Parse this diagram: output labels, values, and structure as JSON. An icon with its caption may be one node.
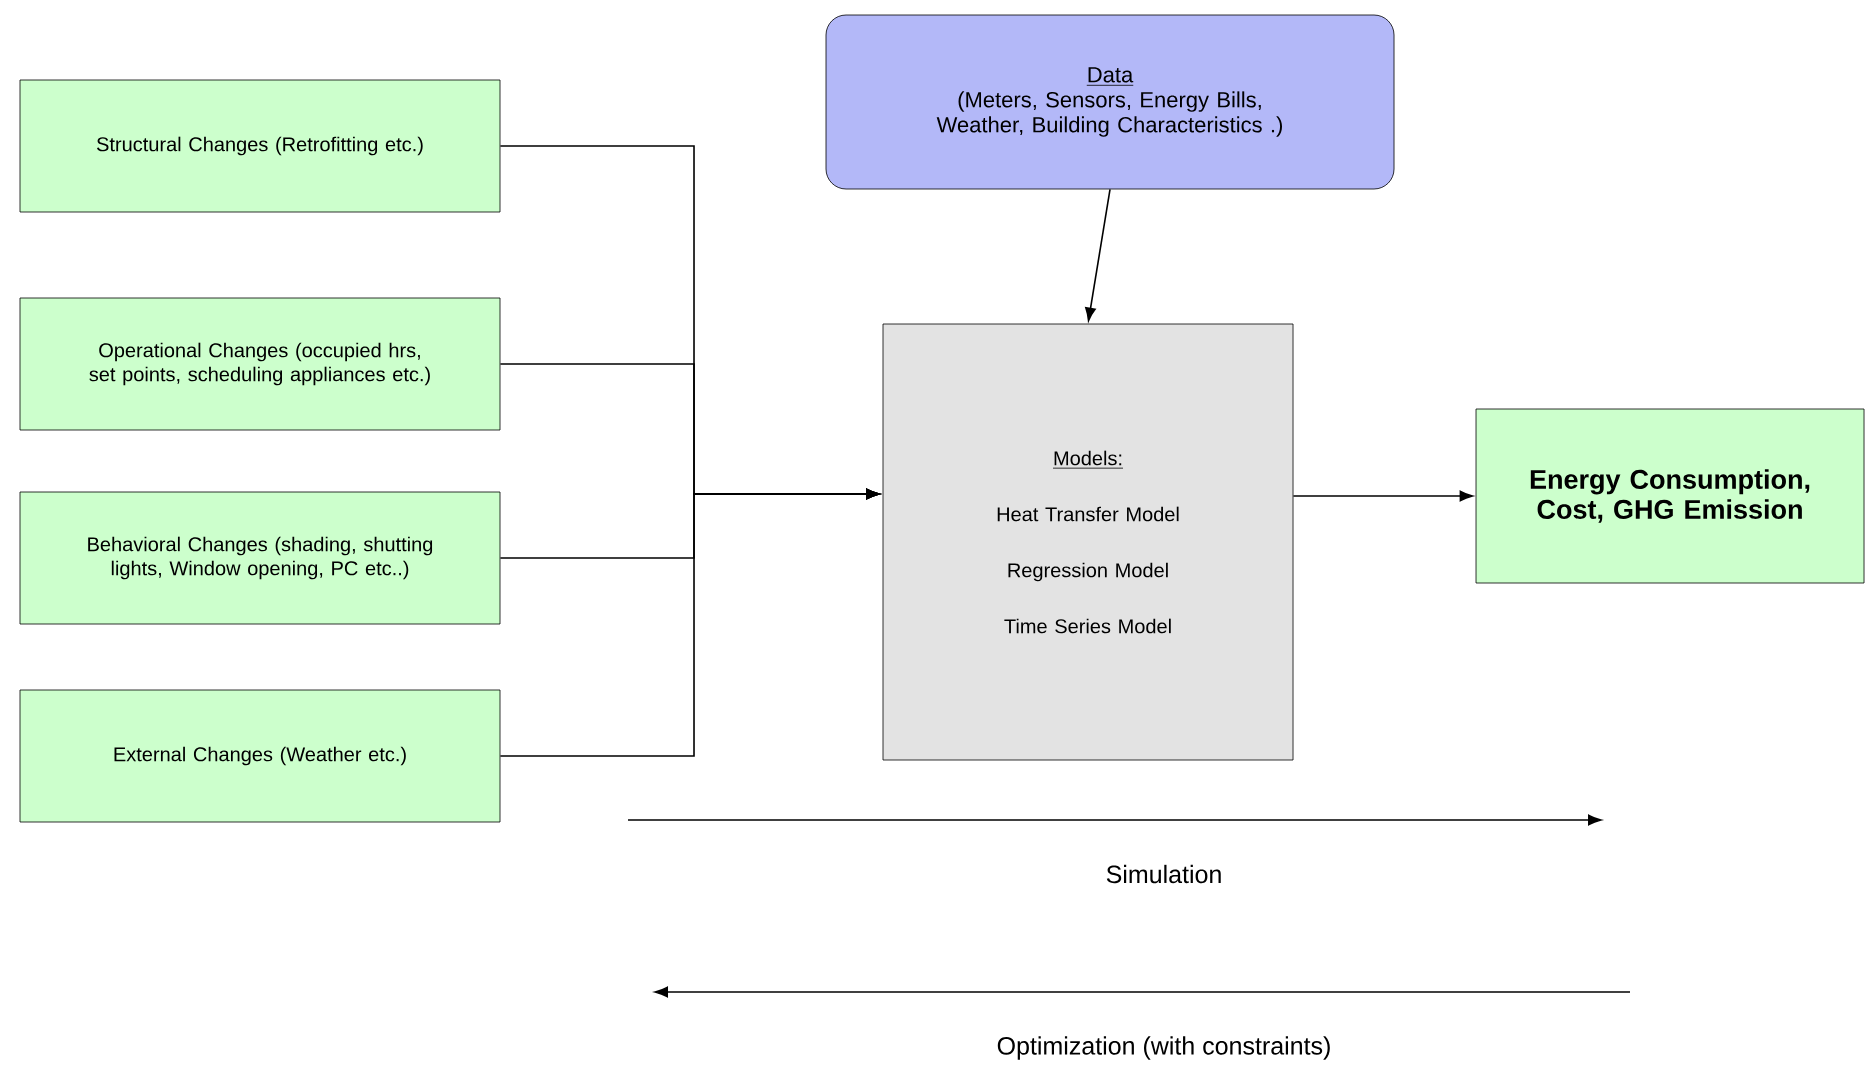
{
  "diagram": {
    "nodes": [
      {
        "text": [
          "Structural Changes (Retrofitting etc.)"
        ]
      },
      {
        "text": [
          "Operational Changes (occupied hrs, set points, scheduling appliances etc.)"
        ]
      },
      {
        "text": [
          "Behavioral Changes (shading, shutting lights, Window opening, PC etc..)"
        ]
      },
      {
        "text": [
          "External Changes (Weather etc.)"
        ]
      },
      {
        "text": [
          "Data",
          "(Meters, Sensors, Energy Bills, Weather, Building Characteristics .)"
        ]
      },
      {
        "text": [
          "Models:",
          "Heat Transfer Model",
          "Regression Model",
          "Time Series Model"
        ]
      },
      {
        "text": [
          "Energy Consumption, Cost, GHG Emission"
        ]
      }
    ],
    "edges": [
      {
        "from": 0,
        "to": 5,
        "arrow": "to"
      },
      {
        "from": 1,
        "to": 5,
        "arrow": "to"
      },
      {
        "from": 2,
        "to": 5,
        "arrow": "to"
      },
      {
        "from": 3,
        "to": 5,
        "arrow": "to"
      },
      {
        "from": 4,
        "to": 5,
        "arrow": "to"
      },
      {
        "from": 5,
        "to": 6,
        "arrow": "to"
      }
    ],
    "labels": [
      "Simulation",
      "Optimization (with constraints)"
    ]
  }
}
